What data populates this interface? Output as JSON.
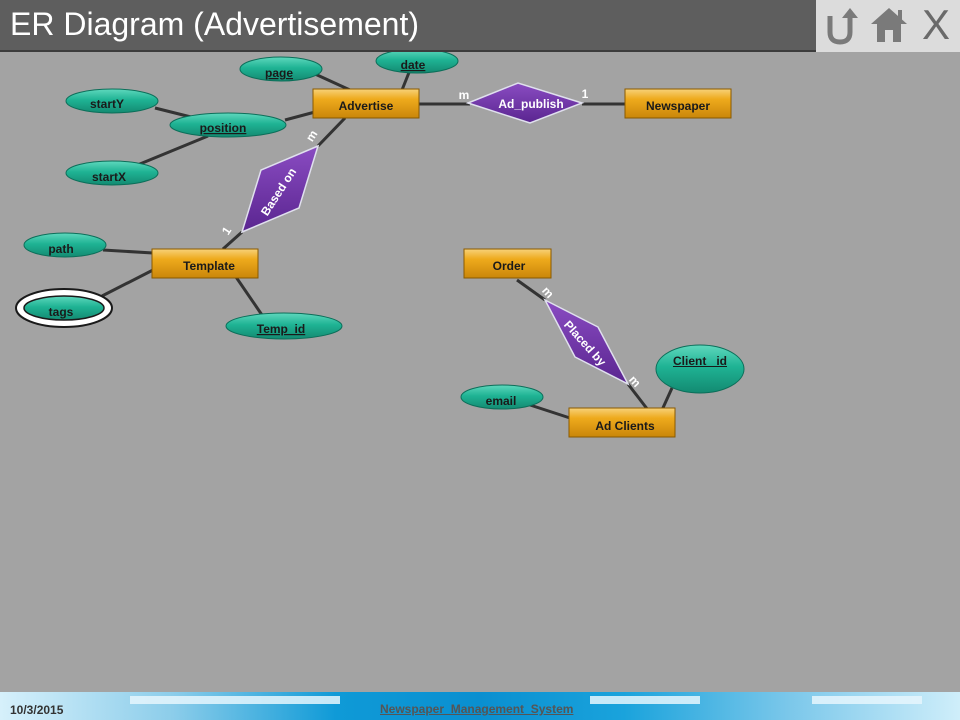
{
  "slide": {
    "title": "ER Diagram (Advertisement)"
  },
  "nav": {
    "back": "back-icon",
    "home": "home-icon",
    "close": "close-icon",
    "close_glyph": "X"
  },
  "footer": {
    "date": "10/3/2015",
    "title": "Newspaper_Management_System"
  },
  "colors": {
    "entity": "#e8a416",
    "attribute": "#1fb394",
    "relationship": "#6a2fa0",
    "line": "#333333"
  },
  "diagram": {
    "entities": [
      {
        "id": "advertise",
        "label": "Advertise"
      },
      {
        "id": "newspaper",
        "label": "Newspaper"
      },
      {
        "id": "template",
        "label": "Template"
      },
      {
        "id": "order",
        "label": "Order"
      },
      {
        "id": "ad_clients",
        "label": "Ad Clients"
      }
    ],
    "relationships": [
      {
        "id": "ad_publish",
        "label": "Ad_publish"
      },
      {
        "id": "based_on",
        "label": "Based on"
      },
      {
        "id": "placed_by",
        "label": "Placed by"
      }
    ],
    "attributes": [
      {
        "id": "page",
        "label": "page"
      },
      {
        "id": "date",
        "label": "date"
      },
      {
        "id": "starty",
        "label": "startY"
      },
      {
        "id": "position",
        "label": "position"
      },
      {
        "id": "startx",
        "label": "startX"
      },
      {
        "id": "path",
        "label": "path"
      },
      {
        "id": "tags",
        "label": "tags"
      },
      {
        "id": "temp_id",
        "label": "Temp_id"
      },
      {
        "id": "email",
        "label": "email"
      },
      {
        "id": "client_id",
        "label": "Client _id"
      }
    ],
    "cardinalities": [
      {
        "id": "adpub_advertise",
        "label": "m"
      },
      {
        "id": "adpub_newspaper",
        "label": "1"
      },
      {
        "id": "basedon_advertise",
        "label": "m"
      },
      {
        "id": "basedon_template",
        "label": "1"
      },
      {
        "id": "placedby_order",
        "label": "m"
      },
      {
        "id": "placedby_clients",
        "label": "m"
      }
    ]
  }
}
